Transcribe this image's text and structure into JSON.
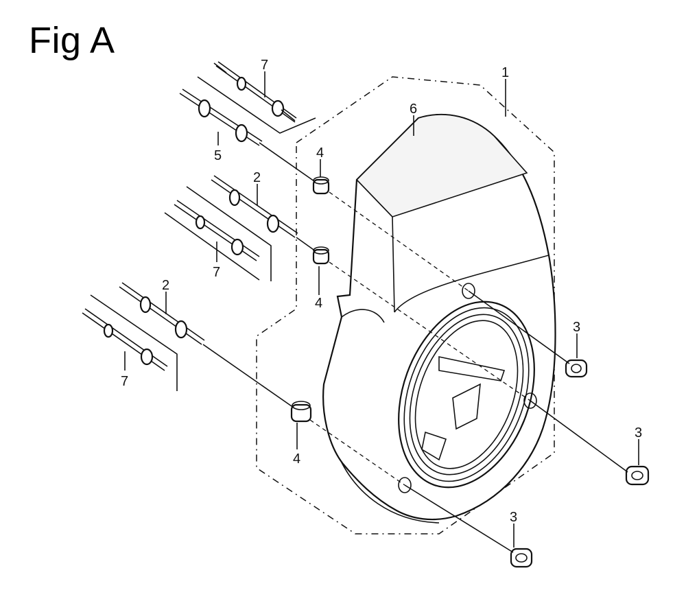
{
  "figure": {
    "title": "Fig A"
  },
  "callouts": [
    {
      "id": "c1",
      "text": "1"
    },
    {
      "id": "c6",
      "text": "6"
    },
    {
      "id": "c7a",
      "text": "7"
    },
    {
      "id": "c5",
      "text": "5"
    },
    {
      "id": "c4a",
      "text": "4"
    },
    {
      "id": "c2a",
      "text": "2"
    },
    {
      "id": "c7b",
      "text": "7"
    },
    {
      "id": "c4b",
      "text": "4"
    },
    {
      "id": "c2b",
      "text": "2"
    },
    {
      "id": "c7c",
      "text": "7"
    },
    {
      "id": "c4c",
      "text": "4"
    },
    {
      "id": "c3a",
      "text": "3"
    },
    {
      "id": "c3b",
      "text": "3"
    },
    {
      "id": "c3c",
      "text": "3"
    }
  ]
}
